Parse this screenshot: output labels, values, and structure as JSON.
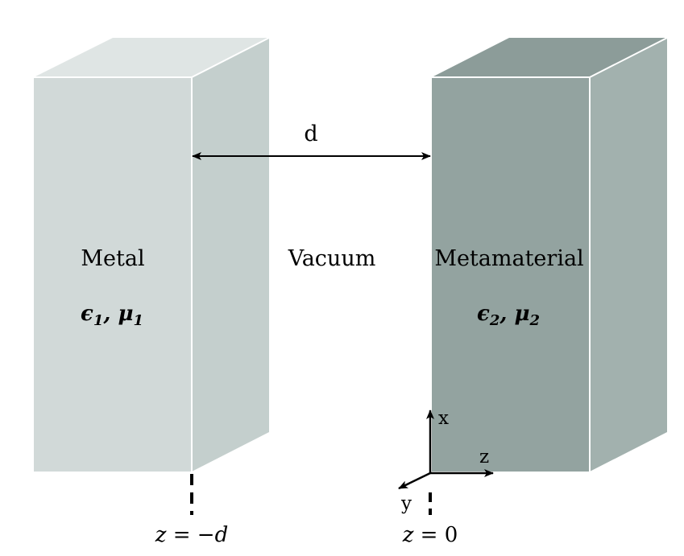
{
  "labels": {
    "gap": "d",
    "left_block": "Metal",
    "middle": "Vacuum",
    "right_block": "Metamaterial"
  },
  "params": {
    "left": {
      "eps": "ϵ",
      "eps_sub": "1",
      "sep": ", ",
      "mu": "μ",
      "mu_sub": "1"
    },
    "right": {
      "eps": "ϵ",
      "eps_sub": "2",
      "sep": ", ",
      "mu": "μ",
      "mu_sub": "2"
    }
  },
  "axes": {
    "x": "x",
    "y": "y",
    "z": "z"
  },
  "positions": {
    "left": {
      "var": "z",
      "eq": " = −",
      "val": "d"
    },
    "right": {
      "var": "z",
      "eq": " = ",
      "val": "0"
    }
  },
  "colors": {
    "metal_front": "#d1d9d8",
    "metal_top": "#dfe5e4",
    "metal_side": "#c4cfcd",
    "meta_front": "#93a3a0",
    "meta_top": "#8c9c99",
    "meta_side": "#a2b1ae",
    "edge": "#ffffff",
    "ink": "#000000"
  }
}
